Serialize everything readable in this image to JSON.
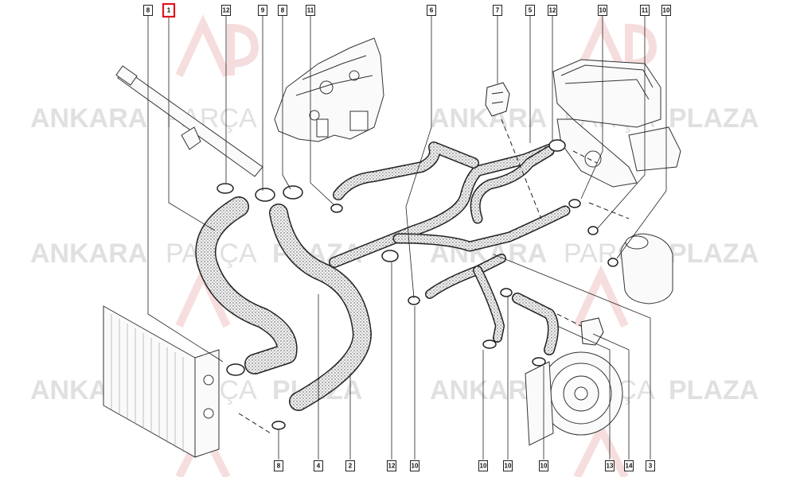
{
  "watermark": {
    "word1": "ANKARA",
    "word2": "PARÇA",
    "word3": "PLAZA",
    "logo_letters": "AP"
  },
  "colors": {
    "line": "#222222",
    "hose_fill": "#f2f2f2",
    "highlight": "#e0141e",
    "watermark_logo": "#e8a0a0"
  },
  "callouts_top": [
    "8",
    "1",
    "12",
    "9",
    "8",
    "11",
    "6",
    "7",
    "5",
    "12",
    "10",
    "11",
    "10"
  ],
  "callouts_bottom": [
    "8",
    "4",
    "2",
    "12",
    "10",
    "10",
    "10",
    "10",
    "13",
    "14",
    "3"
  ],
  "highlighted_callout": "1"
}
